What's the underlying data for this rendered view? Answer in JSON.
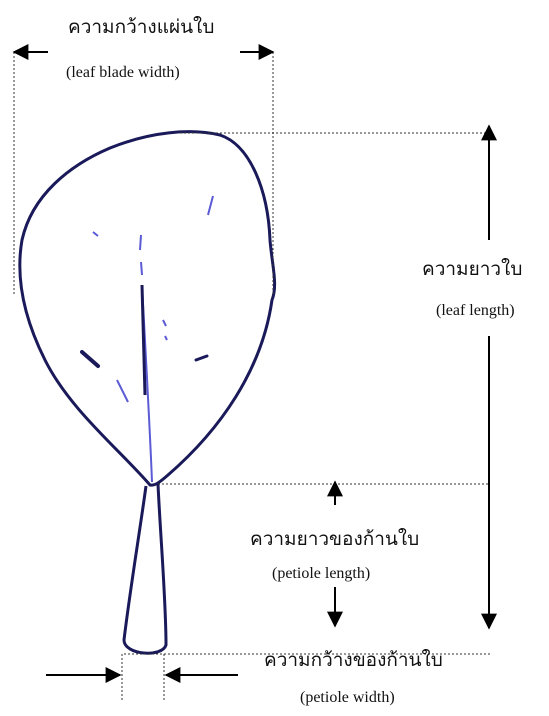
{
  "labels": {
    "blade_width_th": "ความกว้างแผ่นใบ",
    "blade_width_en": "(leaf blade width)",
    "leaf_length_th": "ความยาวใบ",
    "leaf_length_en": "(leaf  length)",
    "petiole_length_th": "ความยาวของก้านใบ",
    "petiole_length_en": "(petiole length)",
    "petiole_width_th": "ความกว้างของก้านใบ",
    "petiole_width_en": "(petiole width)"
  },
  "colors": {
    "leaf_outline": "#1a1a5a",
    "leaf_vein": "#5b5bd6",
    "arrows": "#000000",
    "guides": "#333333"
  }
}
